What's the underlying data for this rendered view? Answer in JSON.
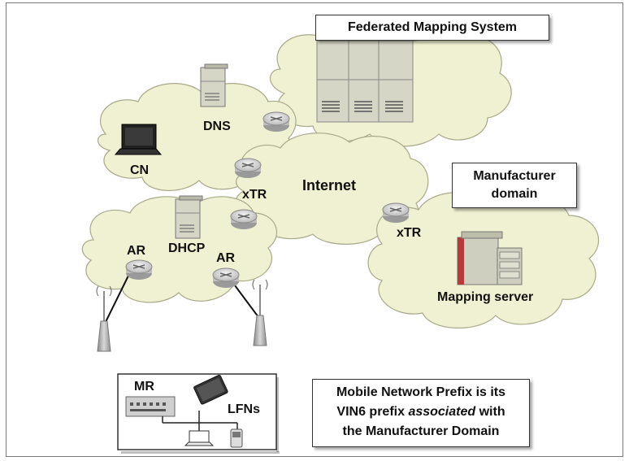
{
  "labels": {
    "federated_mapping_system": "Federated Mapping System",
    "dns": "DNS",
    "cn": "CN",
    "xtr_left": "xTR",
    "internet": "Internet",
    "xtr_right": "xTR",
    "manufacturer_domain_line1": "Manufacturer",
    "manufacturer_domain_line2": "domain",
    "dhcp": "DHCP",
    "ar_left": "AR",
    "ar_right": "AR",
    "mapping_server": "Mapping server",
    "mr": "MR",
    "lfns": "LFNs"
  },
  "note": {
    "line1": "Mobile Network Prefix is its",
    "line2_a": "VIN6 prefix ",
    "line2_b": "associated",
    "line2_c": " with",
    "line3": "the Manufacturer Domain"
  },
  "colors": {
    "cloud_fill": "#f0f0d2",
    "cloud_stroke": "#a9a98a",
    "router_fill": "#d8d8d8",
    "server_fill": "#d6d6c6"
  }
}
